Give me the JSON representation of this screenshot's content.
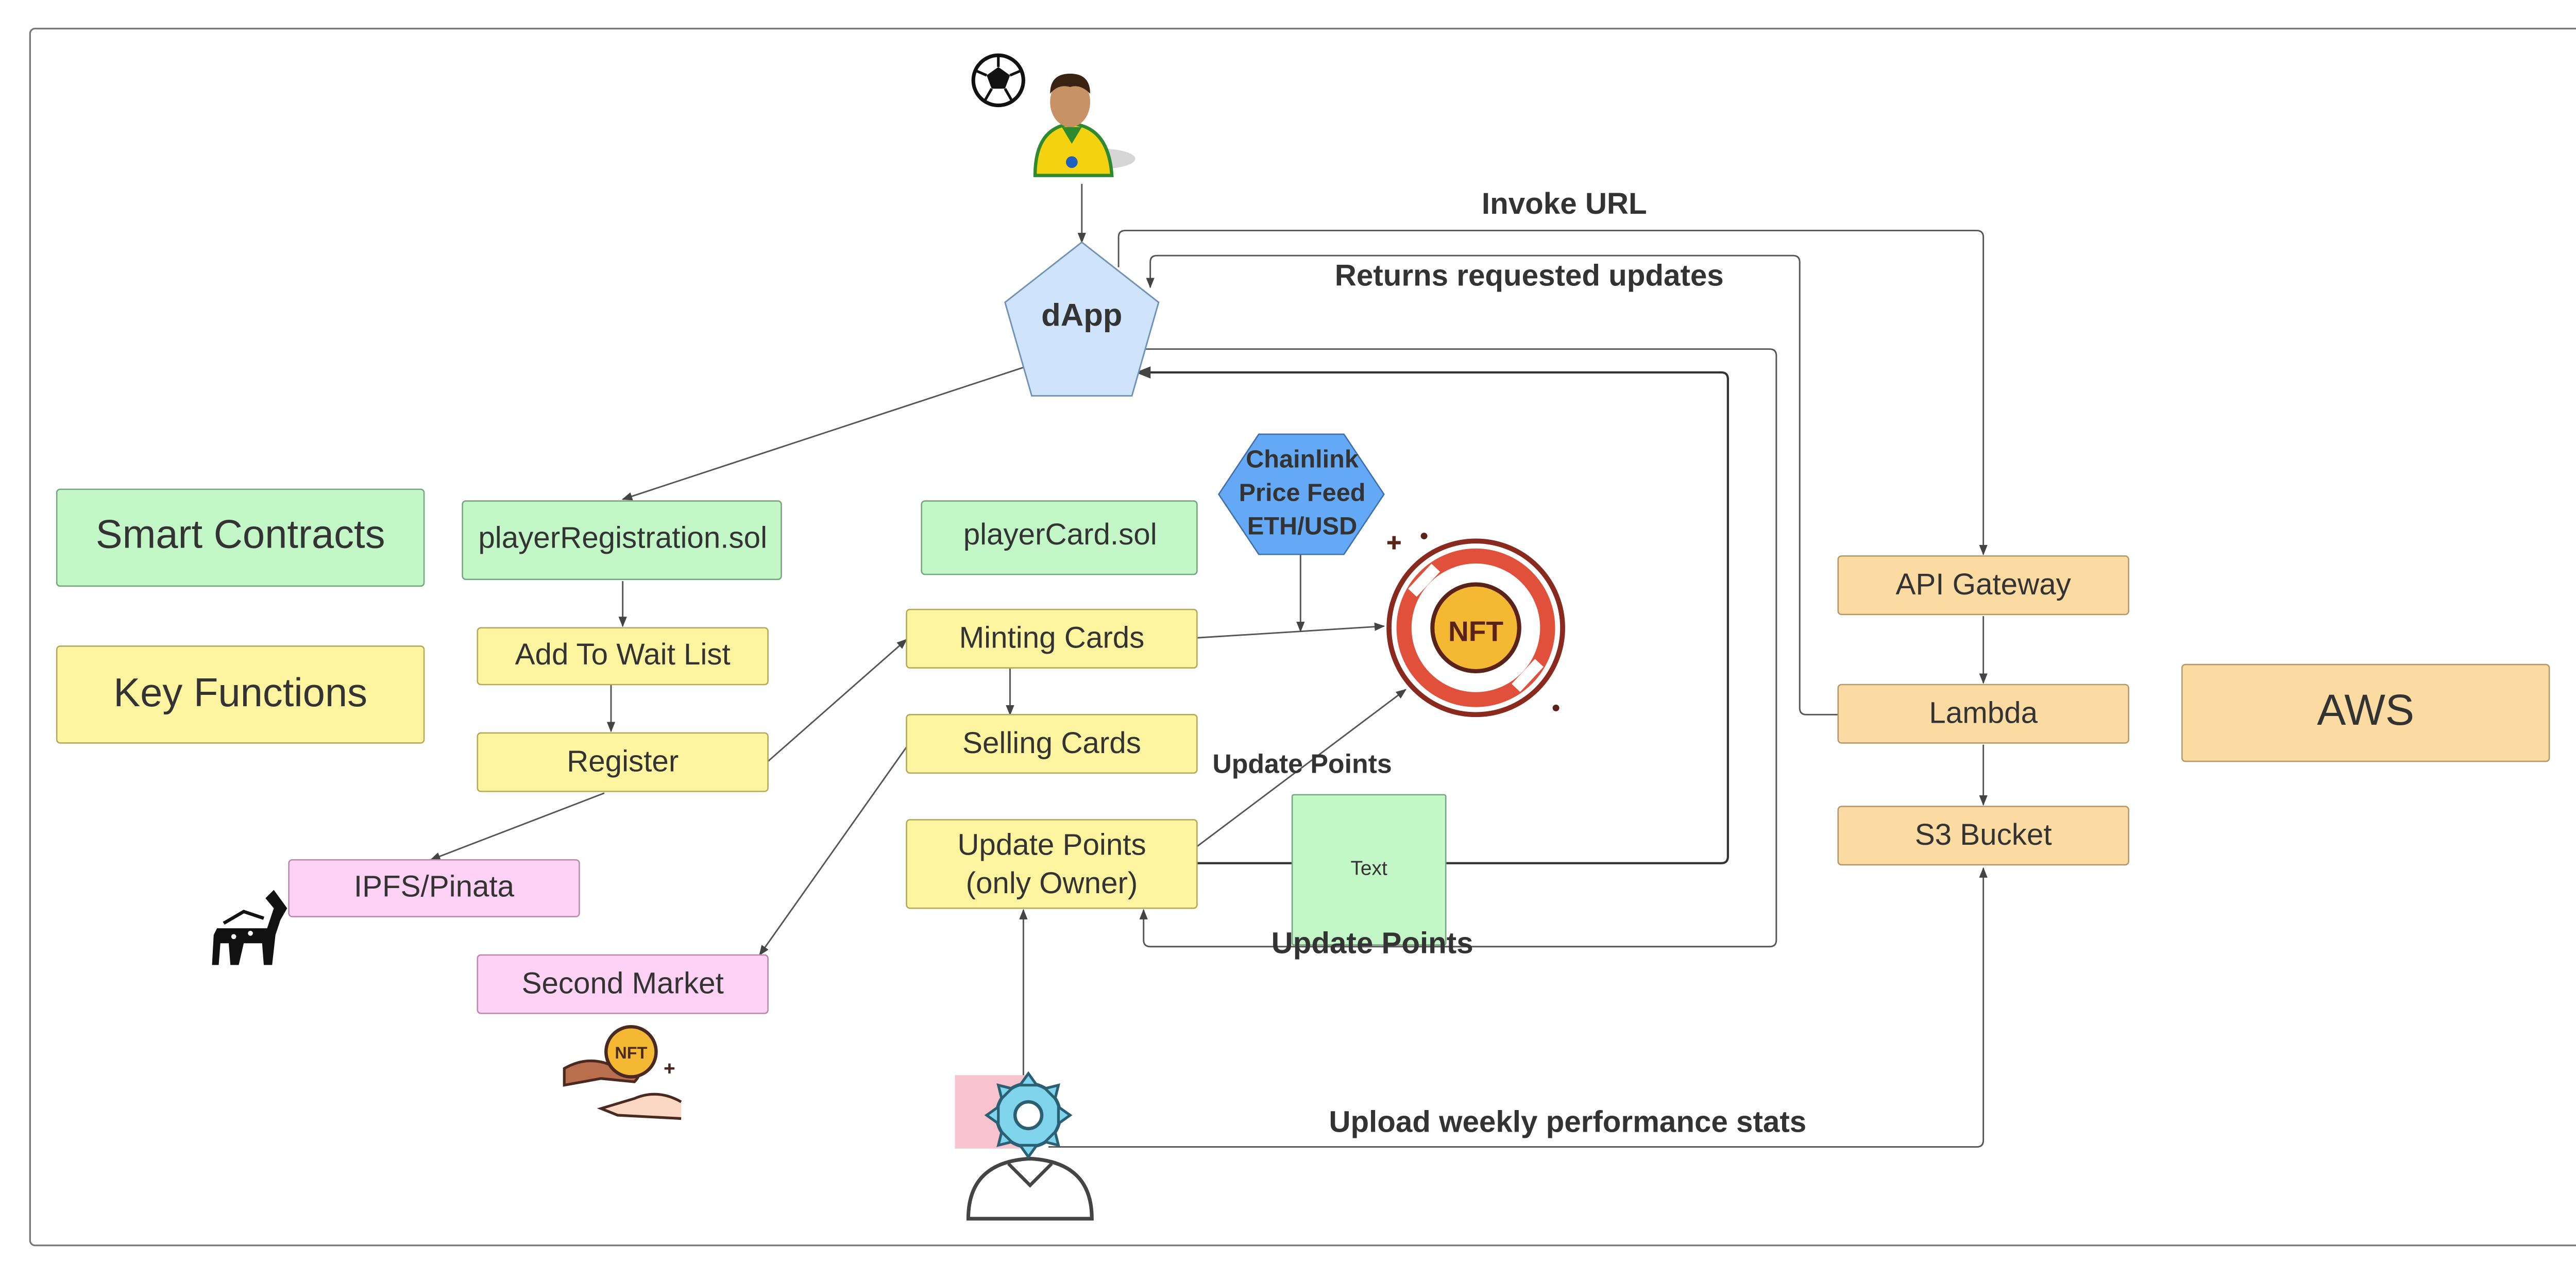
{
  "diagram": {
    "title": "",
    "legend": {
      "smart_contracts": "Smart Contracts",
      "key_functions": "Key Functions",
      "aws": "AWS"
    },
    "nodes": {
      "dapp": "dApp",
      "player_registration": "playerRegistration.sol",
      "player_card": "playerCard.sol",
      "add_wait_list": "Add To Wait List",
      "register": "Register",
      "ipfs": "IPFS/Pinata",
      "second_market": "Second Market",
      "minting_cards": "Minting Cards",
      "selling_cards": "Selling Cards",
      "update_points_line1": "Update Points",
      "update_points_line2": "(only Owner)",
      "chainlink_line1": "Chainlink",
      "chainlink_line2": "Price Feed",
      "chainlink_line3": "ETH/USD",
      "api_gateway": "API Gateway",
      "lambda": "Lambda",
      "s3_bucket": "S3 Bucket",
      "text_box": "Text"
    },
    "edge_labels": {
      "invoke_url": "Invoke URL",
      "returns_updates": "Returns requested updates",
      "update_points_top": "Update Points",
      "update_points_bottom": "Update Points",
      "upload_stats": "Upload weekly performance stats"
    },
    "nft_badge": "NFT",
    "colors": {
      "green": "#c3f7c8",
      "yellow": "#fff5a0",
      "pink": "#fdd2f5",
      "orange": "#fcdba3",
      "blue_light": "#cfe4fb",
      "blue_hex": "#64a9f5",
      "line": "#555555"
    }
  }
}
